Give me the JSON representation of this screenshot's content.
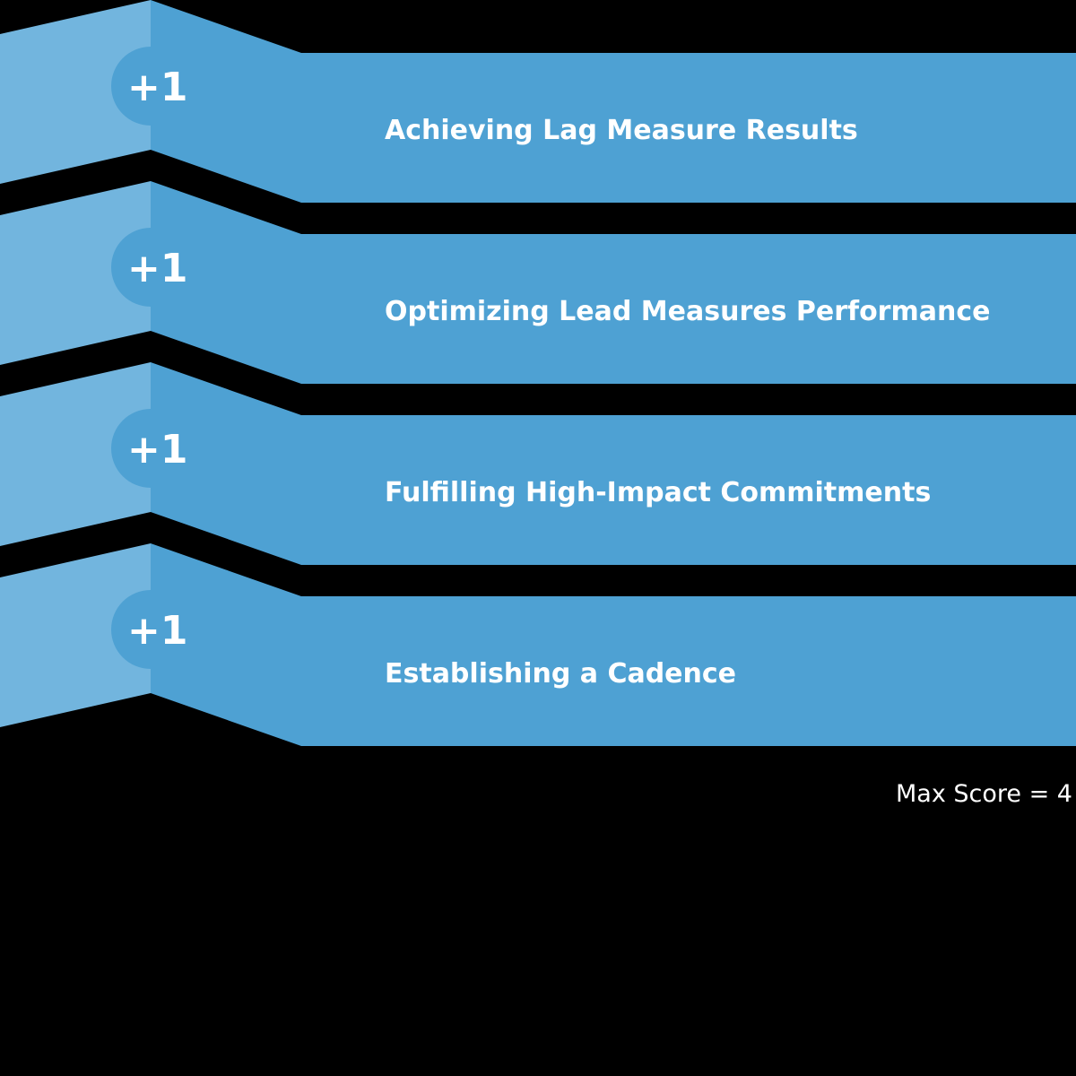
{
  "colors": {
    "background": "#000000",
    "band_main": "#4ea1d3",
    "band_fold": "#72b5de",
    "text": "#ffffff"
  },
  "bands": [
    {
      "score": "+1",
      "label": "Achieving Lag Measure Results"
    },
    {
      "score": "+1",
      "label": "Optimizing Lead Measures Performance"
    },
    {
      "score": "+1",
      "label": "Fulfilling High-Impact Commitments"
    },
    {
      "score": "+1",
      "label": "Establishing a Cadence"
    }
  ],
  "footer": {
    "max_score": "Max Score = 4"
  }
}
